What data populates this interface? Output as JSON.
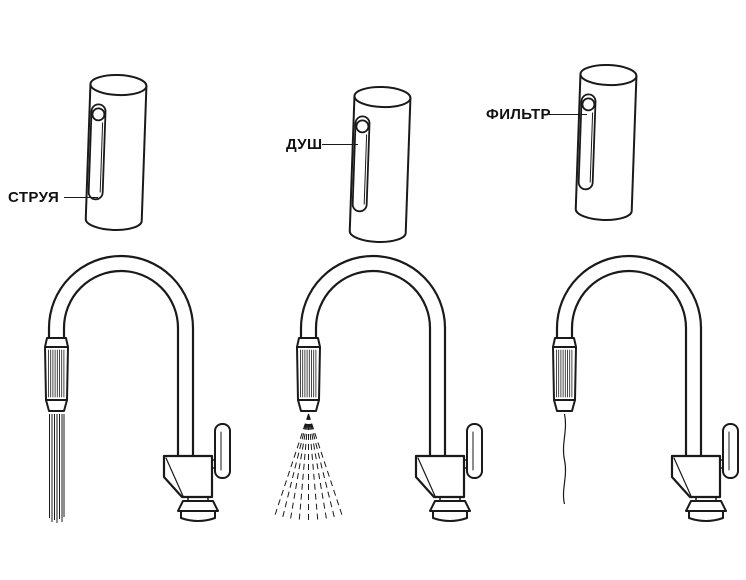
{
  "colors": {
    "ink": "#1a1a1a",
    "background": "#ffffff"
  },
  "callouts": [
    {
      "id": "stream",
      "label": "СТРУЯ"
    },
    {
      "id": "shower",
      "label": "ДУШ"
    },
    {
      "id": "filter",
      "label": "ФИЛЬТР"
    }
  ]
}
